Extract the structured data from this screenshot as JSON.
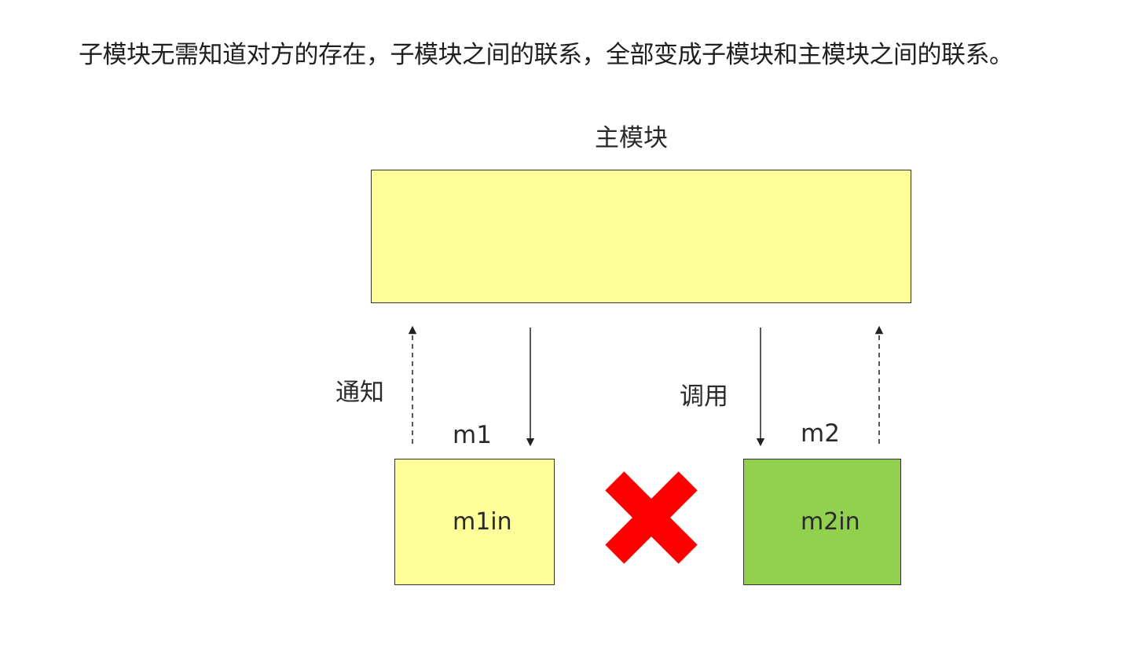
{
  "intro_text": "子模块无需知道对方的存在，子模块之间的联系，全部变成子模块和主模块之间的联系。",
  "diagram": {
    "main_module_label": "主模块",
    "notify_label": "通知",
    "call_label": "调用",
    "m1_label": "m1",
    "m1_inner": "m1in",
    "m2_label": "m2",
    "m2_inner": "m2in",
    "colors": {
      "main_box": "#ffff99",
      "m1_box": "#ffff99",
      "m2_box": "#92d050",
      "cross": "#ff0000"
    }
  }
}
